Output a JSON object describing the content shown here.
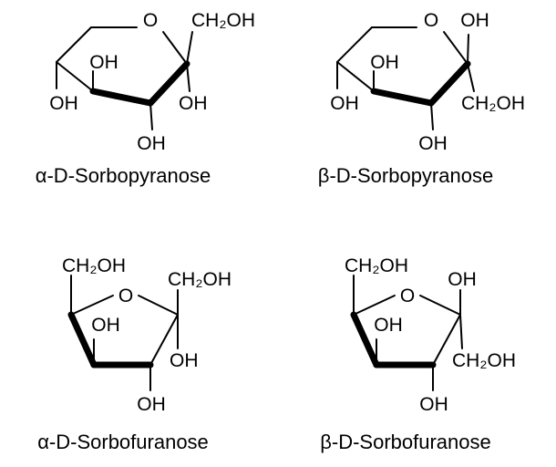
{
  "molecules": [
    {
      "caption": "α-D-Sorbopyranose",
      "ring_oxygen": "O",
      "anomeric_top": "CH₂OH",
      "anomeric_right": "OH",
      "c3_oh": "OH",
      "c4_oh": "OH",
      "c5_oh": "OH"
    },
    {
      "caption": "β-D-Sorbopyranose",
      "ring_oxygen": "O",
      "anomeric_top": "OH",
      "anomeric_right": "CH₂OH",
      "c3_oh": "OH",
      "c4_oh": "OH",
      "c5_oh": "OH"
    },
    {
      "caption": "α-D-Sorbofuranose",
      "ring_oxygen": "O",
      "c5_group": "CH₂OH",
      "anomeric_top": "CH₂OH",
      "anomeric_right": "OH",
      "c3_oh": "OH",
      "c4_oh": "OH"
    },
    {
      "caption": "β-D-Sorbofuranose",
      "ring_oxygen": "O",
      "c5_group": "CH₂OH",
      "anomeric_top": "OH",
      "anomeric_right": "CH₂OH",
      "c3_oh": "OH",
      "c4_oh": "OH"
    }
  ]
}
